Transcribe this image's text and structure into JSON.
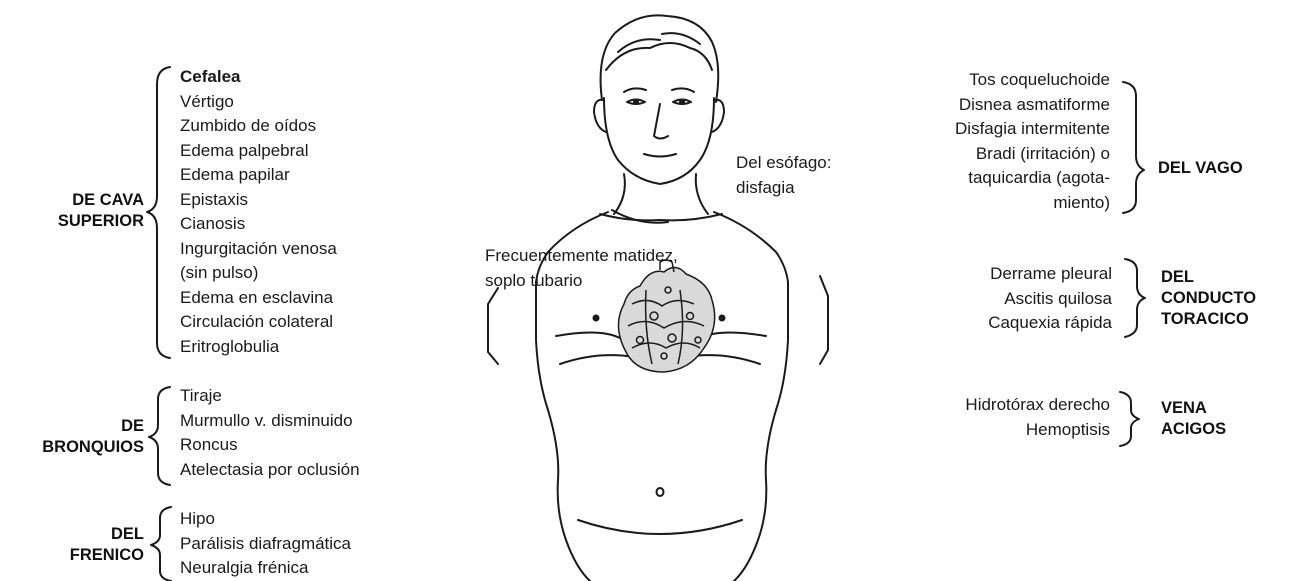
{
  "left": {
    "cava": {
      "label": [
        "DE CAVA",
        "SUPERIOR"
      ],
      "items": [
        "Cefalea",
        "Vértigo",
        "Zumbido de oídos",
        "Edema palpebral",
        "Edema papilar",
        "Epistaxis",
        "Cianosis",
        "Ingurgitación venosa",
        "(sin pulso)",
        "Edema en esclavina",
        "Circulación colateral",
        "Eritroglobulia"
      ]
    },
    "bronquios": {
      "label": [
        "DE",
        "BRONQUIOS"
      ],
      "items": [
        "Tiraje",
        "Murmullo v. disminuido",
        "Roncus",
        "Atelectasia por oclusión"
      ]
    },
    "frenico": {
      "label": [
        "DEL",
        "FRENICO"
      ],
      "items": [
        "Hipo",
        "Parálisis diafragmática",
        "Neuralgia frénica"
      ]
    }
  },
  "center": {
    "esofago": [
      "Del esófago:",
      "disfagia"
    ],
    "matidez": [
      "Frecuentemente matidez,",
      "soplo tubario"
    ]
  },
  "right": {
    "vago": {
      "items": [
        "Tos coqueluchoide",
        "Disnea asmatiforme",
        "Disfagia intermitente",
        "Bradi (irritación) o",
        "taquicardia (agota-",
        "miento)"
      ],
      "label": [
        "DEL VAGO"
      ]
    },
    "conducto": {
      "items": [
        "Derrame pleural",
        "Ascitis quilosa",
        "Caquexia rápida"
      ],
      "label": [
        "DEL",
        "CONDUCTO",
        "TORACICO"
      ]
    },
    "acigos": {
      "items": [
        "Hidrotórax derecho",
        "Hemoptisis"
      ],
      "label": [
        "VENA",
        "ACIGOS"
      ]
    }
  }
}
